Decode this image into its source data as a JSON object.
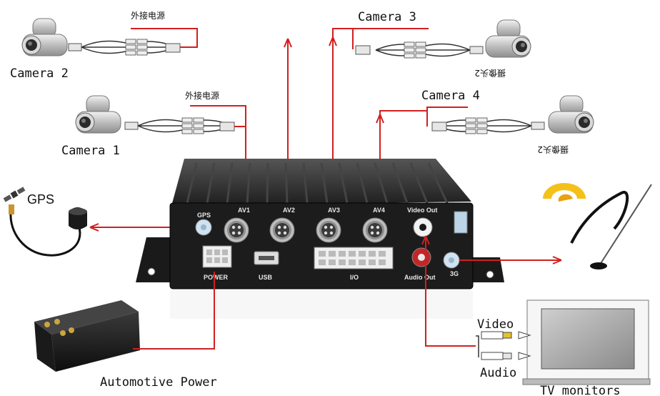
{
  "diagram": {
    "cameras": {
      "camera1": "Camera 1",
      "camera2": "Camera 2",
      "camera3": "Camera 3",
      "camera4": "Camera 4",
      "camera3_mirrored_caption": "摄像头2",
      "camera4_mirrored_caption": "摄像头2"
    },
    "power_note": "外接电源",
    "gps_label": "GPS",
    "battery_label": "Automotive Power",
    "tv_label": "TV monitors",
    "video_label": "Video",
    "audio_label": "Audio",
    "dvr_ports": {
      "gps": "GPS",
      "av1": "AV1",
      "av2": "AV2",
      "av3": "AV3",
      "av4": "AV4",
      "video_out": "Video Out",
      "audio_out": "Audio Out",
      "threeg": "3G",
      "power": "POWER",
      "usb": "USB",
      "io": "I/O"
    },
    "colors": {
      "wire": "#d21f1f",
      "dvr_body": "#2b2b2b",
      "panel": "#1c1c1c"
    }
  }
}
